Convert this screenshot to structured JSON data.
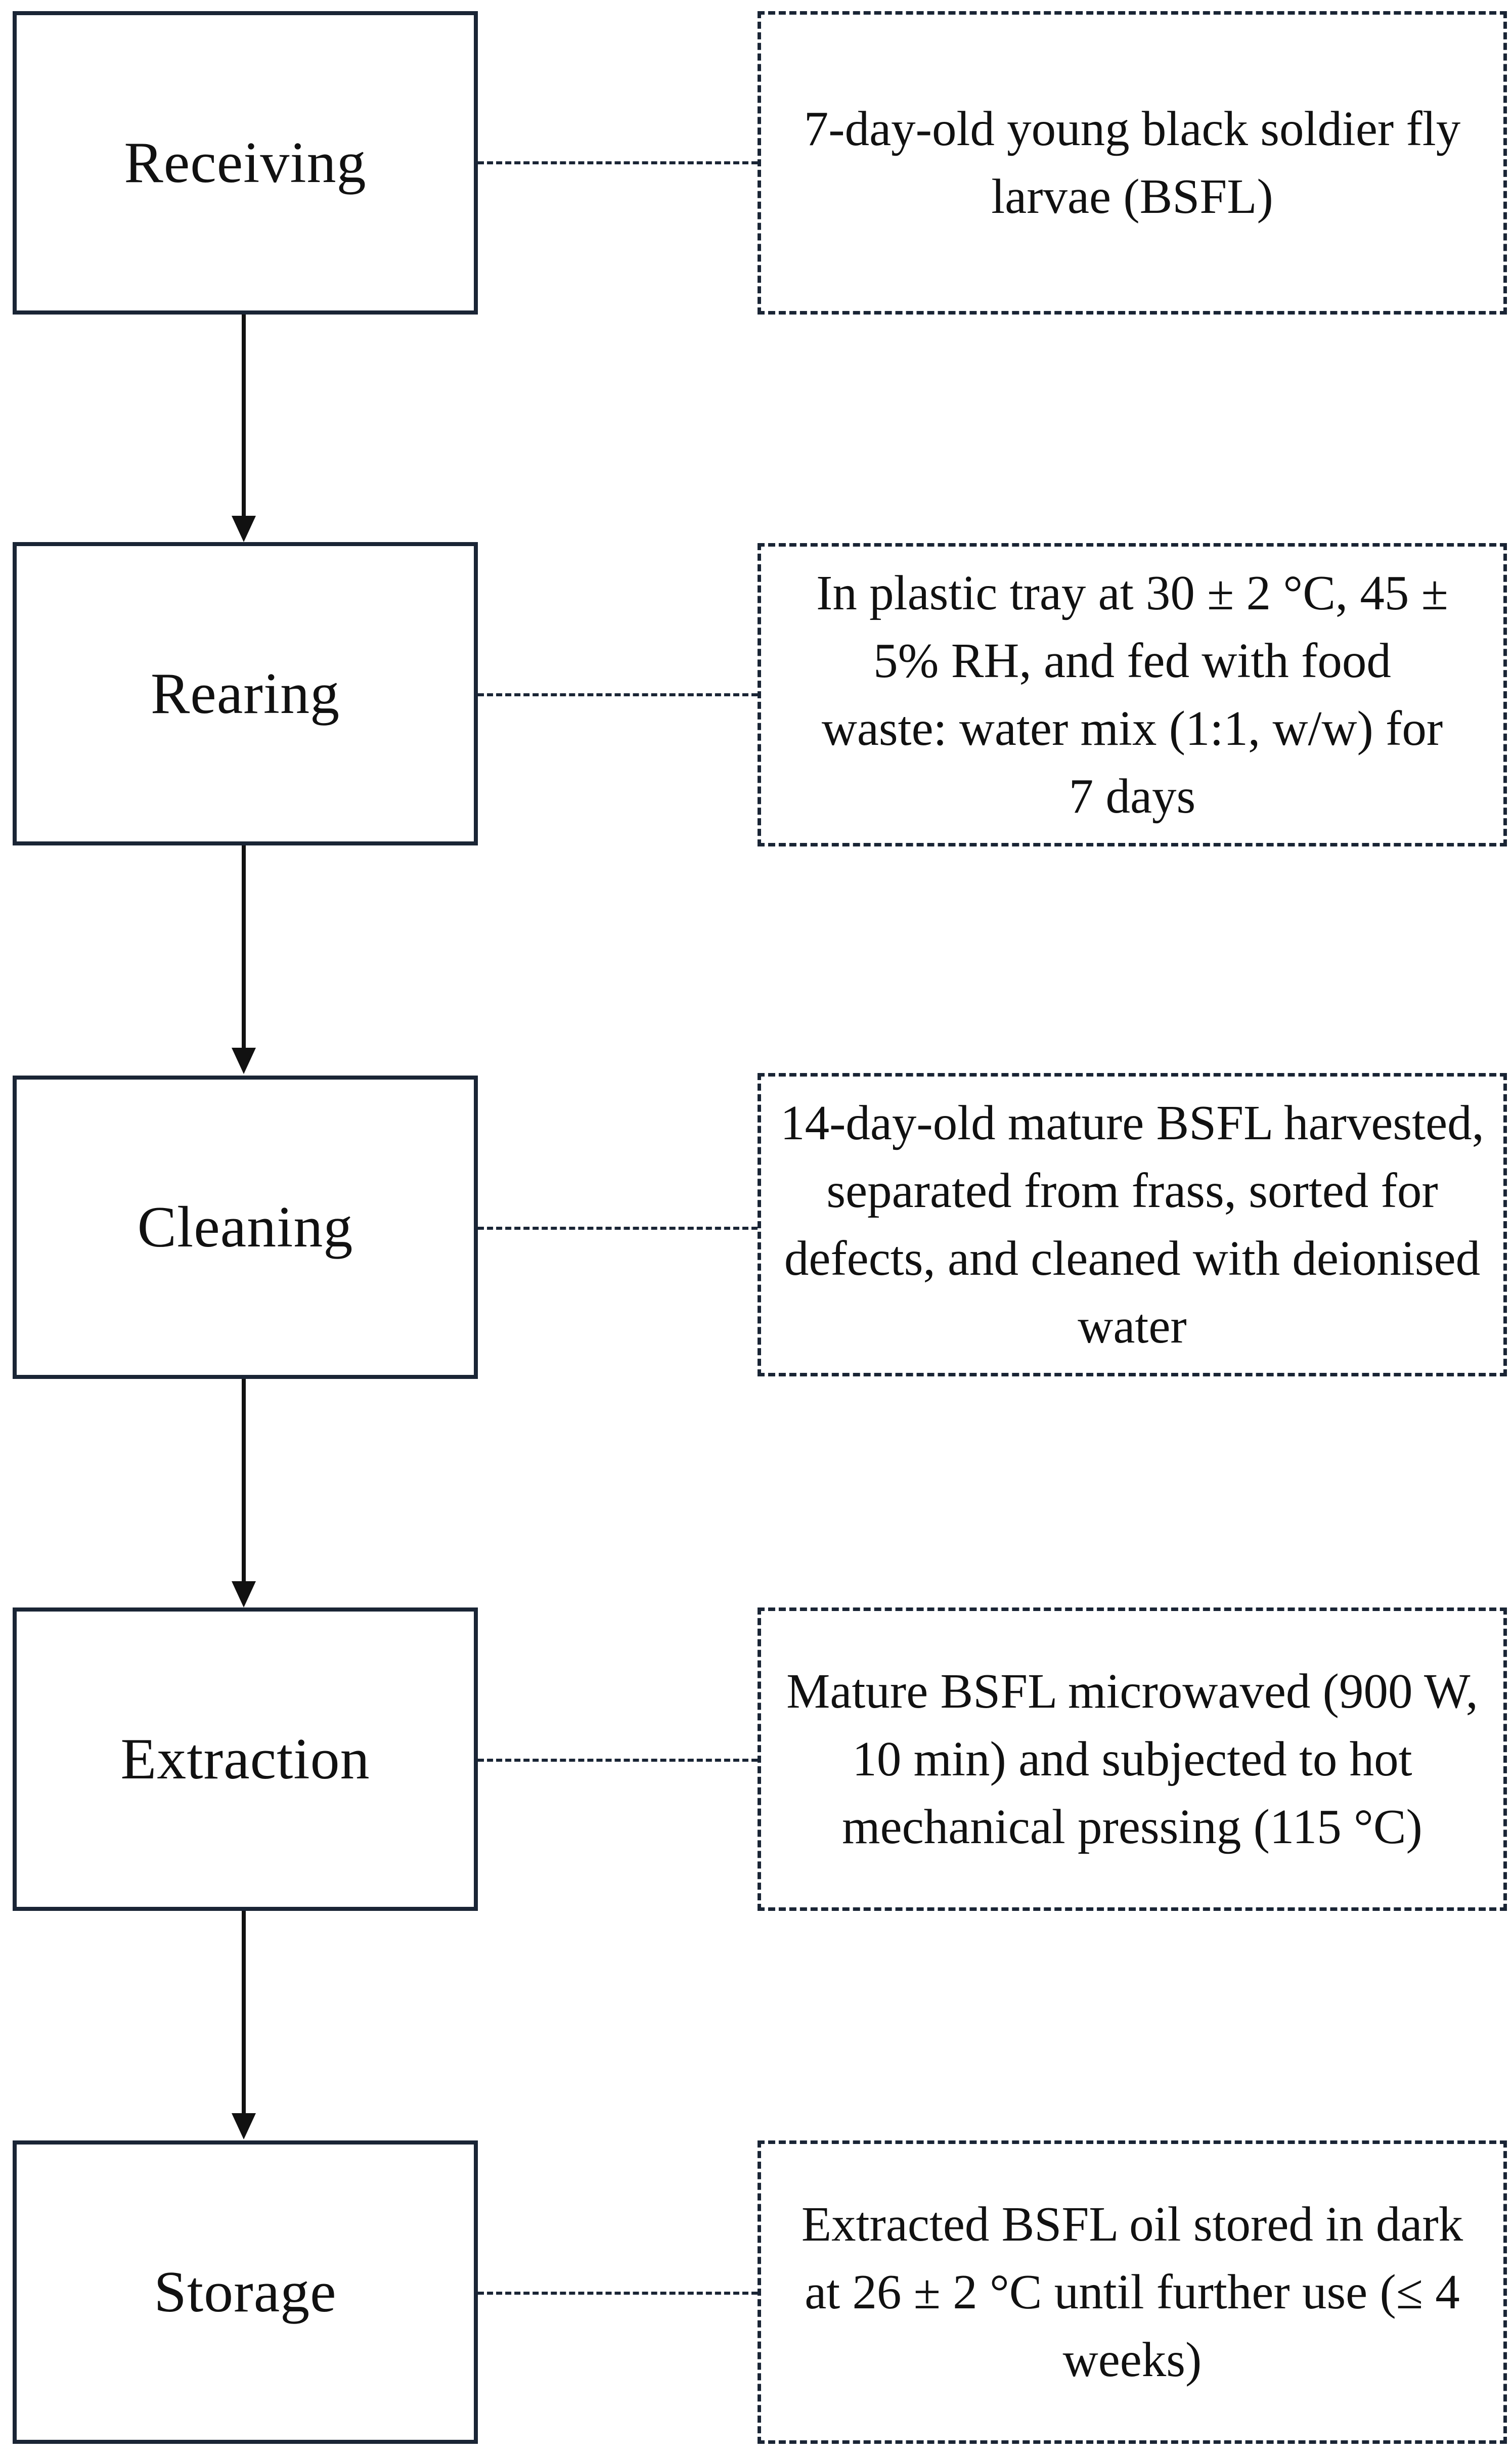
{
  "steps": [
    {
      "label": "Receiving",
      "detail": "7-day-old young black soldier fly larvae (BSFL)"
    },
    {
      "label": "Rearing",
      "detail": "In plastic tray at 30 ± 2 °C, 45 ± 5% RH, and fed with food waste: water mix (1:1, w/w) for 7 days"
    },
    {
      "label": "Cleaning",
      "detail": "14-day-old mature BSFL harvested, separated from frass, sorted for defects, and cleaned with deionised water"
    },
    {
      "label": "Extraction",
      "detail": "Mature BSFL microwaved (900 W, 10 min) and subjected to hot mechanical pressing (115 °C)"
    },
    {
      "label": "Storage",
      "detail": "Extracted BSFL oil stored in dark at 26 ± 2 °C until further use (≤ 4 weeks)"
    }
  ]
}
